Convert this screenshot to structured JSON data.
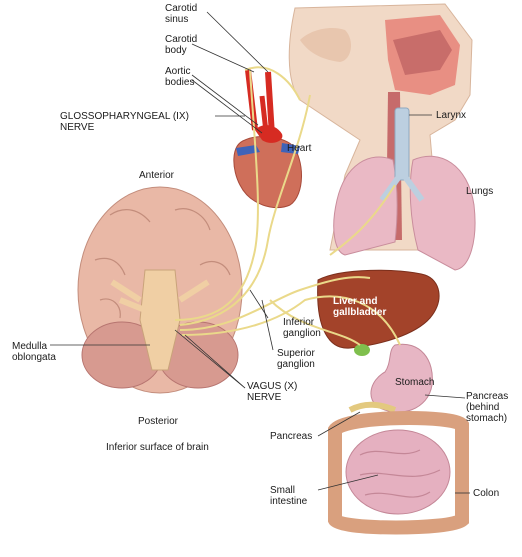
{
  "labels": {
    "carotid_sinus": [
      "Carotid",
      "sinus"
    ],
    "carotid_body": [
      "Carotid",
      "body"
    ],
    "aortic_bodies": [
      "Aortic",
      "bodies"
    ],
    "glossopharyngeal": [
      "GLOSSOPHARYNGEAL (IX)",
      "NERVE"
    ],
    "heart": "Heart",
    "larynx": "Larynx",
    "lungs": "Lungs",
    "anterior": "Anterior",
    "posterior": "Posterior",
    "medulla": [
      "Medulla",
      "oblongata"
    ],
    "inferior_ganglion": [
      "Inferior",
      "ganglion"
    ],
    "superior_ganglion": [
      "Superior",
      "ganglion"
    ],
    "liver": [
      "Liver and",
      "gallbladder"
    ],
    "stomach": "Stomach",
    "pancreas_behind": [
      "Pancreas",
      "(behind",
      "stomach)"
    ],
    "pancreas": "Pancreas",
    "vagus": [
      "VAGUS (X)",
      "NERVE"
    ],
    "brain_caption": "Inferior surface of brain",
    "small_intestine": [
      "Small",
      "intestine"
    ],
    "colon": "Colon"
  },
  "colors": {
    "nerve": "#ead98a",
    "leader": "#333333",
    "skin": "#f1d9c6",
    "brain": "#e9b8a6",
    "cerebellum": "#d79a90",
    "heart": "#cf6f5a",
    "artery": "#d62b22",
    "vein": "#3f63b8",
    "lung": "#eab9c5",
    "trachea": "#bccfe0",
    "liver": "#a3432a",
    "gallbladder": "#7fbf4d",
    "stomach": "#e7b6c4",
    "intestine": "#e5b0c0",
    "colon": "#d9a07e"
  }
}
